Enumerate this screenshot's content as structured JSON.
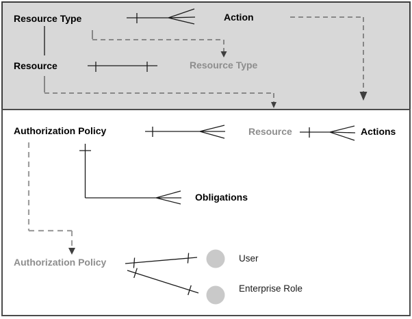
{
  "colors": {
    "panel_gray": "#d8d8d8",
    "panel_white": "#ffffff",
    "border_dark": "#3d3d3d",
    "text_black": "#000000",
    "text_gray": "#8d8d8d",
    "solid_line": "#1a1a1a",
    "dashed_gray": "#7d7d7d",
    "dashed_light": "#9e9e9e",
    "arrow_fill": "#3f3f3f",
    "circle_fill": "#c9c9c9"
  },
  "upper_panel": {
    "resource_type_label": "Resource Type",
    "action_label": "Action",
    "resource_label": "Resource",
    "resource_type_ref_label": "Resource Type"
  },
  "lower_panel": {
    "authorization_policy_label": "Authorization Policy",
    "resource_ref_label": "Resource",
    "actions_label": "Actions",
    "obligations_label": "Obligations",
    "authorization_policy_ref_label": "Authorization Policy",
    "user_label": "User",
    "enterprise_role_label": "Enterprise Role"
  }
}
